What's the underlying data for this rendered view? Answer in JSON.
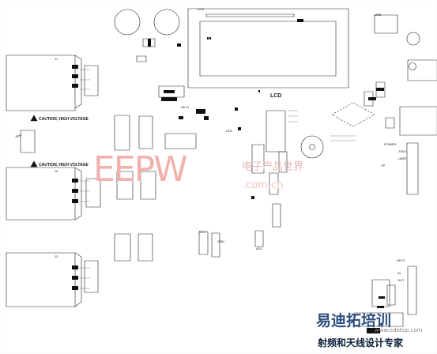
{
  "board": {
    "lcd_label": "LCD",
    "warnings": [
      "CAUTION, HIGH VOLTAGE",
      "CAUTION, HIGH VOLTAGE"
    ],
    "watermark": {
      "logo": "EEPW",
      "chinese": "电子产品世界",
      "url": ".com.cn"
    },
    "bottom_brand": {
      "title": "易迪拓培训",
      "url": "www.edatop.com",
      "chinese": "射频和天线设计专家"
    },
    "labels": {
      "j1": "J1",
      "j2": "J2",
      "j3": "J3",
      "j4": "J4",
      "lcd_ref": "LCD",
      "power": "POWER",
      "tp": "TP",
      "usb": "USB",
      "in": "IN",
      "out": "OUT",
      "key1": "KEY1",
      "key2": "KEY2",
      "led": "LED",
      "vcc": "VCC",
      "gnd": "GND",
      "jtag": "JTAG",
      "uart": "UART",
      "hv": "HV",
      "adj": "ADJ"
    }
  }
}
